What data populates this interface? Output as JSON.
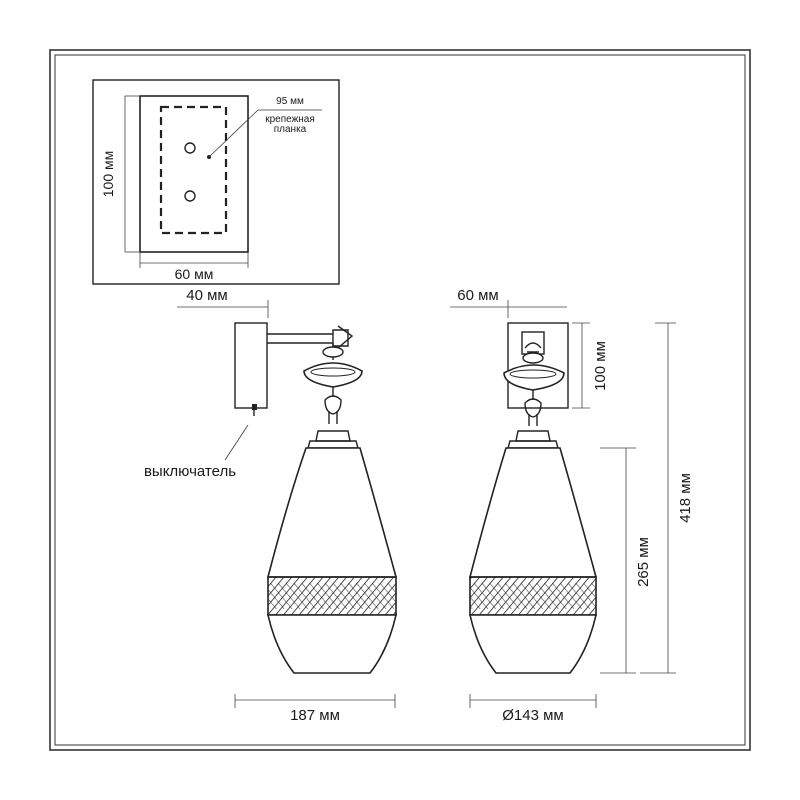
{
  "mounting_plate": {
    "width_label": "60 мм",
    "height_label": "100 мм",
    "bar_label": "95 мм",
    "bar_caption_line1": "крепежная",
    "bar_caption_line2": "планка"
  },
  "side_view": {
    "depth_label": "40 мм",
    "width_label": "187 мм",
    "switch_label": "выключатель"
  },
  "front_view": {
    "plate_width_label": "60 мм",
    "plate_height_label": "100 мм",
    "shade_height_label": "265 мм",
    "total_height_label": "418 мм",
    "diameter_label": "Ø143 мм"
  },
  "colors": {
    "line": "#222222",
    "frame": "#333333",
    "background": "#ffffff"
  }
}
